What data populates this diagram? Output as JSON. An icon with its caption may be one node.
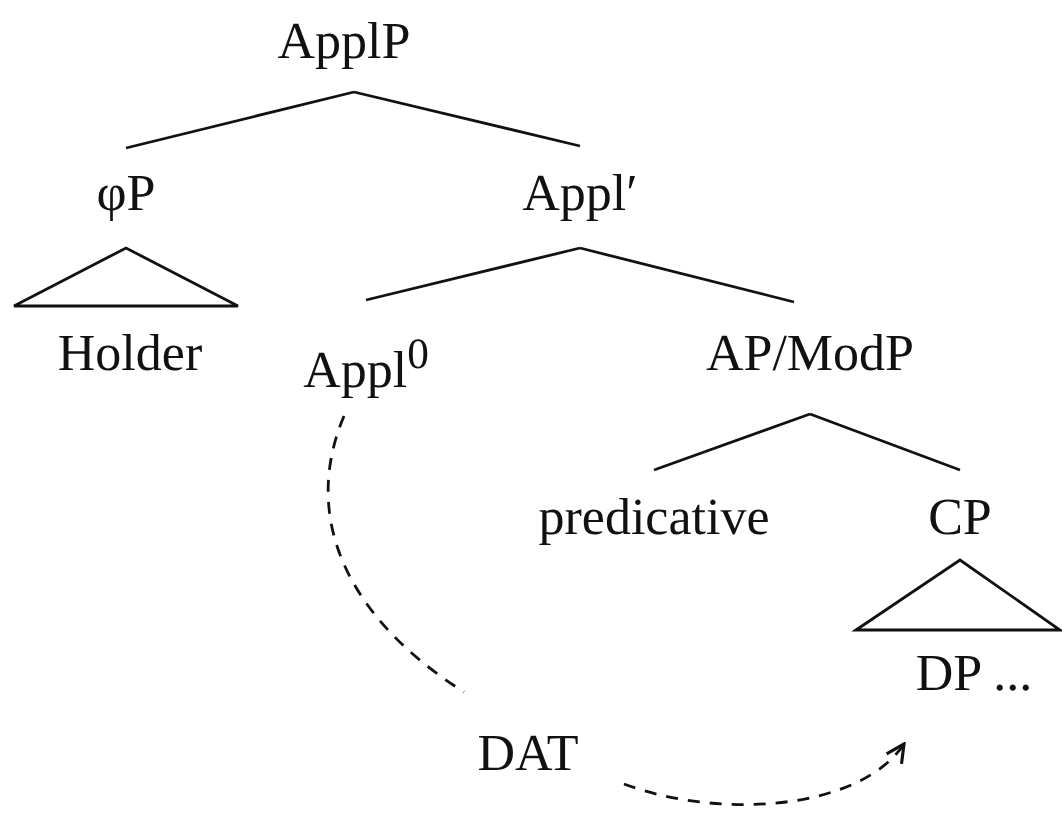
{
  "diagram": {
    "nodes": [
      {
        "text": [
          "ApplP"
        ]
      },
      {
        "text": [
          "φP"
        ]
      },
      {
        "text": [
          "Appl′"
        ]
      },
      {
        "text": [
          "Holder"
        ]
      },
      {
        "text": [
          "Appl$^{0}$"
        ]
      },
      {
        "text": [
          "AP/ModP"
        ]
      },
      {
        "text": [
          "predicative"
        ]
      },
      {
        "text": [
          "CP"
        ]
      },
      {
        "text": [
          "DP ..."
        ]
      },
      {
        "text": [
          "DAT"
        ]
      }
    ],
    "edges": [
      {
        "from": 0,
        "to": 1,
        "arrow": "none"
      },
      {
        "from": 0,
        "to": 2,
        "arrow": "none"
      },
      {
        "from": 1,
        "to": 3,
        "arrow": "none"
      },
      {
        "from": 2,
        "to": 4,
        "arrow": "none"
      },
      {
        "from": 2,
        "to": 5,
        "arrow": "none"
      },
      {
        "from": 5,
        "to": 6,
        "arrow": "none"
      },
      {
        "from": 5,
        "to": 7,
        "arrow": "none"
      },
      {
        "from": 7,
        "to": 8,
        "arrow": "none"
      },
      {
        "from": 4,
        "to": 9,
        "arrow": "none",
        "style": "dashed"
      },
      {
        "from": 9,
        "to": 8,
        "arrow": "to",
        "style": "dashed"
      }
    ]
  }
}
